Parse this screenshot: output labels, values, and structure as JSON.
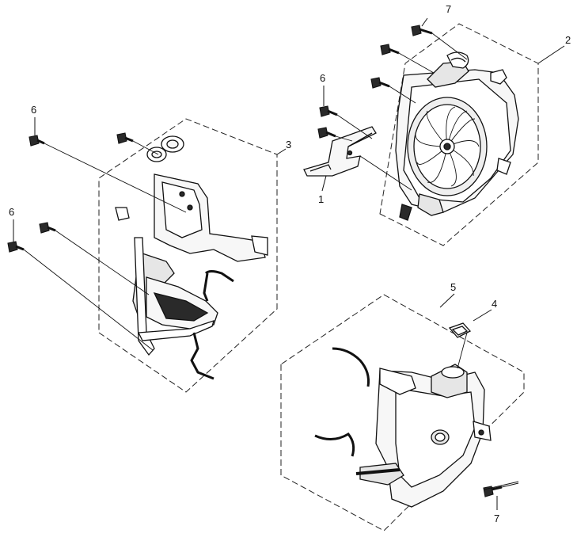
{
  "callouts": {
    "part_1": "1",
    "part_2": "2",
    "part_3": "3",
    "part_4": "4",
    "part_5": "5",
    "part_6_top": "6",
    "part_6_left_upper": "6",
    "part_6_left_lower": "6",
    "part_7_top": "7",
    "part_7_bottom": "7"
  },
  "colors": {
    "line": "#111111",
    "dashed_group": "#222222",
    "fill_light": "#f7f7f7",
    "fill_mid": "#e6e6e6",
    "fill_dark": "#2a2a2a"
  }
}
